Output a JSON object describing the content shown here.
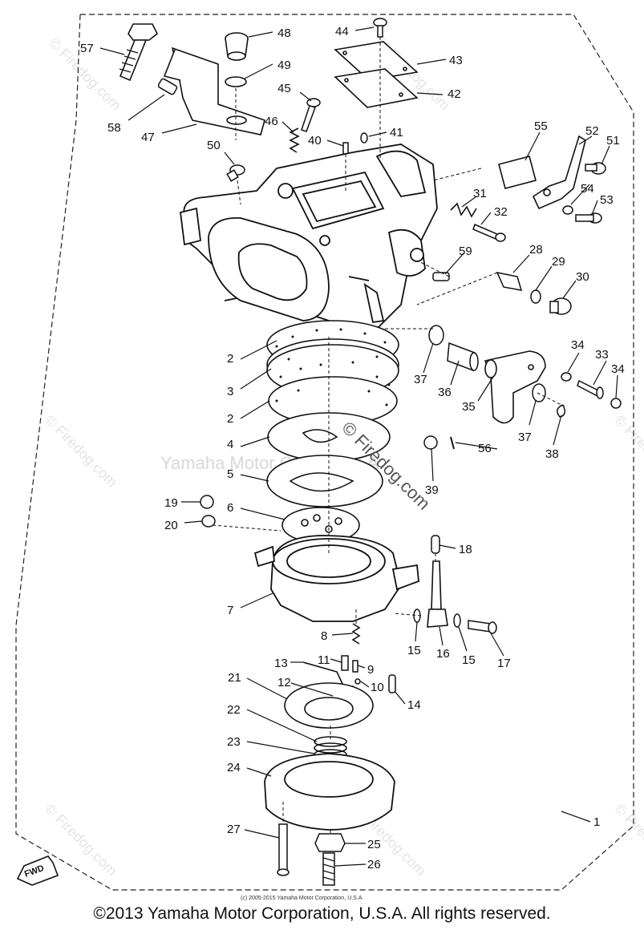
{
  "watermark": {
    "center_text": "Yamaha Motor Corp., U.S.A.",
    "firedog_center": "© Firedog.com",
    "firedog_repeat": "© Firedog.com",
    "small_print": "(c) 2005-2015 Yamaha Motor Corporation, U.S.A"
  },
  "fwd_label": "FWD",
  "copyright": "©2013 Yamaha Motor Corporation, U.S.A. All rights reserved.",
  "callouts": {
    "c57": "57",
    "c48": "48",
    "c44": "44",
    "c49": "49",
    "c43": "43",
    "c45": "45",
    "c42": "42",
    "c58": "58",
    "c47": "47",
    "c46": "46",
    "c40": "40",
    "c41": "41",
    "c55": "55",
    "c50": "50",
    "c52": "52",
    "c51": "51",
    "c31": "31",
    "c54": "54",
    "c53": "53",
    "c32": "32",
    "c59": "59",
    "c28": "28",
    "c29": "29",
    "c30": "30",
    "c2a": "2",
    "c3": "3",
    "c37a": "37",
    "c36": "36",
    "c34a": "34",
    "c33": "33",
    "c34b": "34",
    "c35": "35",
    "c2b": "2",
    "c37b": "37",
    "c4": "4",
    "c38": "38",
    "c56": "56",
    "c5": "5",
    "c39": "39",
    "c19": "19",
    "c6": "6",
    "c20": "20",
    "c18": "18",
    "c7": "7",
    "c8": "8",
    "c15a": "15",
    "c16": "16",
    "c15b": "15",
    "c17": "17",
    "c13": "13",
    "c11": "11",
    "c9": "9",
    "c21": "21",
    "c12": "12",
    "c10": "10",
    "c14": "14",
    "c22": "22",
    "c23": "23",
    "c24": "24",
    "c1": "1",
    "c27": "27",
    "c25": "25",
    "c26": "26"
  }
}
